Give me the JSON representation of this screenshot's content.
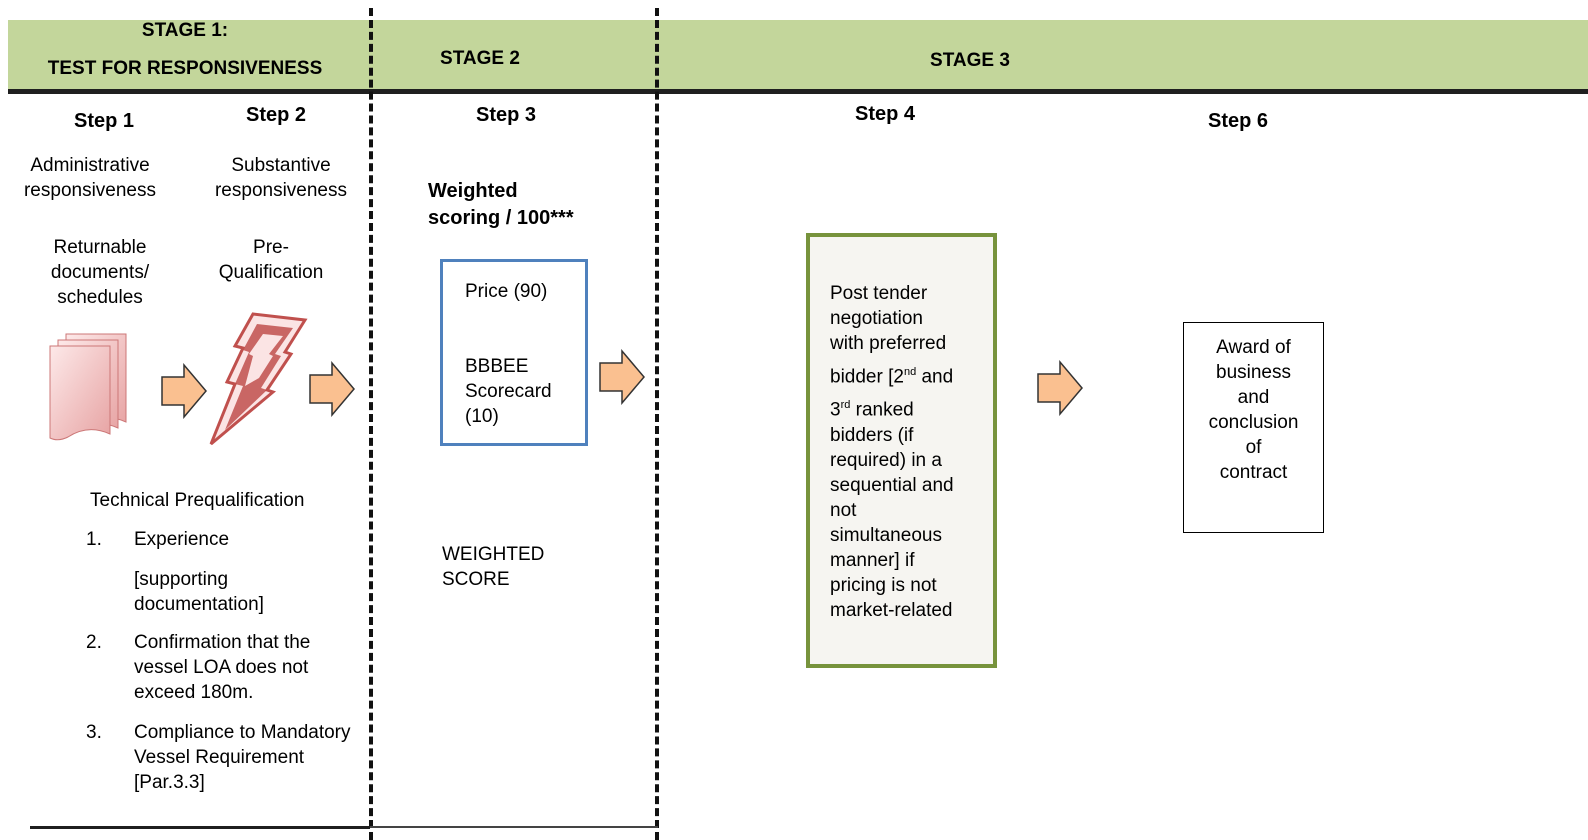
{
  "stages": {
    "stage1_line1": "STAGE 1:",
    "stage1_line2": "TEST FOR RESPONSIVENESS",
    "stage2": "STAGE 2",
    "stage3": "STAGE 3"
  },
  "steps": {
    "step1": "Step 1",
    "step2": "Step 2",
    "step3": "Step 3",
    "step4": "Step 4",
    "step6": "Step 6"
  },
  "step1_block": {
    "line1": "Administrative",
    "line2": "responsiveness",
    "doc1": "Returnable",
    "doc2": "documents/",
    "doc3": "schedules"
  },
  "step2_block": {
    "line1": "Substantive",
    "line2": "responsiveness",
    "pq1": "Pre-",
    "pq2": "Qualification"
  },
  "technical": {
    "title": "Technical Prequalification",
    "items": [
      {
        "num": "1.",
        "lines": [
          "Experience"
        ]
      },
      {
        "num": "",
        "lines": [
          "[supporting",
          "documentation]"
        ]
      },
      {
        "num": "2.",
        "lines": [
          "Confirmation that the",
          "vessel LOA does not",
          "exceed 180m."
        ]
      },
      {
        "num": "3.",
        "lines": [
          "Compliance to Mandatory",
          "Vessel Requirement",
          "[Par.3.3]"
        ]
      }
    ]
  },
  "step3_block": {
    "heading1": "Weighted",
    "heading2": "scoring / 100***",
    "price": "Price (90)",
    "bbbee1": "BBBEE",
    "bbbee2": "Scorecard",
    "bbbee3": "(10)",
    "weighted1": "WEIGHTED",
    "weighted2": "SCORE"
  },
  "step4_block": {
    "l1": "Post tender",
    "l2": "negotiation",
    "l3": "with preferred",
    "l4a": "bidder [2",
    "l4sup": "nd",
    "l4b": " and",
    "l5a": "3",
    "l5sup": "rd",
    "l5b": " ranked",
    "l6": "bidders (if",
    "l7": "required) in a",
    "l8": "sequential and",
    "l9": "not",
    "l10": "simultaneous",
    "l11": "manner] if",
    "l12": "pricing is not",
    "l13": "market-related"
  },
  "step6_block": {
    "l1": "Award of",
    "l2": "business",
    "l3": "and",
    "l4": "conclusion",
    "l5": "of",
    "l6": "contract"
  },
  "colors": {
    "banner": "#c3d69b",
    "arrow_fill": "#fac090",
    "blue_box": "#4f81bd",
    "green_box": "#77933c",
    "lightning": "#c0504d"
  }
}
